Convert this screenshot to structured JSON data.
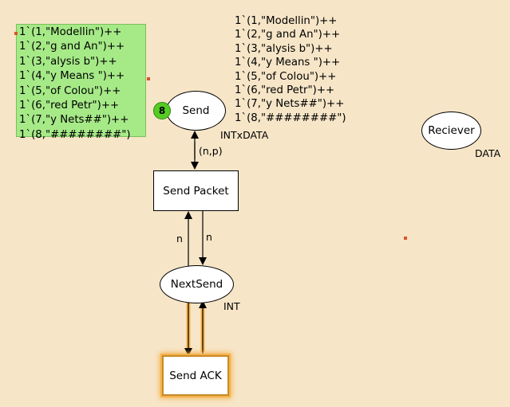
{
  "marking_lines": [
    "1`(1,\"Modellin\")++",
    "1`(2,\"g and An\")++",
    "1`(3,\"alysis b\")++",
    "1`(4,\"y Means \")++",
    "1`(5,\"of Colou\")++",
    "1`(6,\"red Petr\")++",
    "1`(7,\"y Nets##\")++",
    "1`(8,\"########\")"
  ],
  "init_marking_lines": [
    "1`(1,\"Modellin\")++",
    "1`(2,\"g and An\")++",
    "1`(3,\"alysis b\")++",
    "1`(4,\"y Means \")++",
    "1`(5,\"of Colou\")++",
    "1`(6,\"red Petr\")++",
    "1`(7,\"y Nets##\")++",
    "1`(8,\"########\")"
  ],
  "places": {
    "send": {
      "name": "Send",
      "type": "INTxDATA",
      "token_count": "8"
    },
    "receiver": {
      "name": "Reciever",
      "type": "DATA"
    },
    "next_send": {
      "name": "NextSend",
      "type": "INT"
    }
  },
  "transitions": {
    "send_packet": {
      "name": "Send Packet"
    },
    "send_ack": {
      "name": "Send ACK"
    }
  },
  "arcs": {
    "send_to_packet": "(n,p)",
    "nextsend_to_packet": "n",
    "packet_to_nextsend": "n"
  },
  "colors": {
    "background": "#f6e5c7",
    "marking_box": "#a6ea88",
    "token": "#55cc22",
    "highlight": "#f4b24a",
    "highlight_arc": "#d08a2a"
  }
}
